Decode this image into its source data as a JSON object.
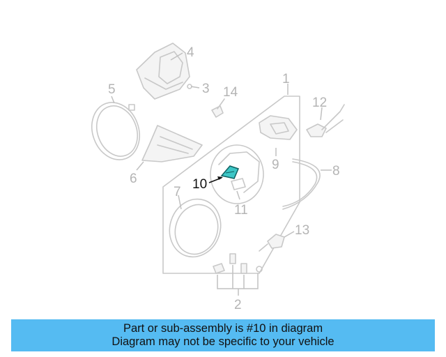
{
  "callouts": {
    "c1": "1",
    "c2": "2",
    "c3": "3",
    "c4": "4",
    "c5": "5",
    "c6": "6",
    "c7": "7",
    "c8": "8",
    "c9": "9",
    "c10": "10",
    "c11": "11",
    "c12": "12",
    "c13": "13",
    "c14": "14"
  },
  "highlight": {
    "part": "10",
    "color": "#3cc6c6"
  },
  "banner": {
    "line1": "Part or sub-assembly is #10 in diagram",
    "line2": "Diagram may not be specific to your vehicle",
    "color": "#55bbf2"
  }
}
